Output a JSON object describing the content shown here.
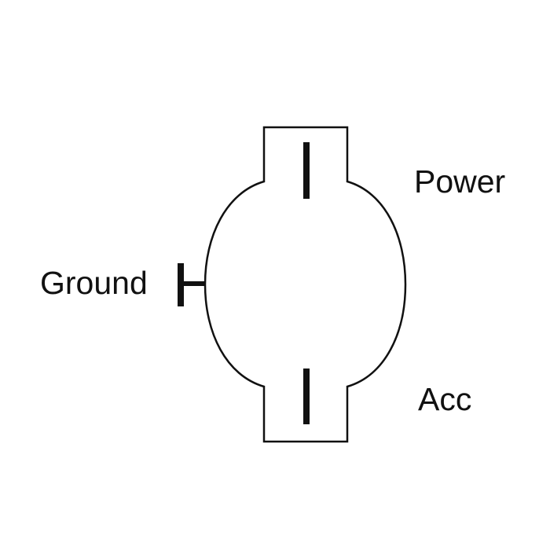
{
  "diagram": {
    "labels": {
      "power": "Power",
      "ground": "Ground",
      "acc": "Acc"
    },
    "colors": {
      "stroke": "#111111",
      "background": "#ffffff"
    }
  }
}
